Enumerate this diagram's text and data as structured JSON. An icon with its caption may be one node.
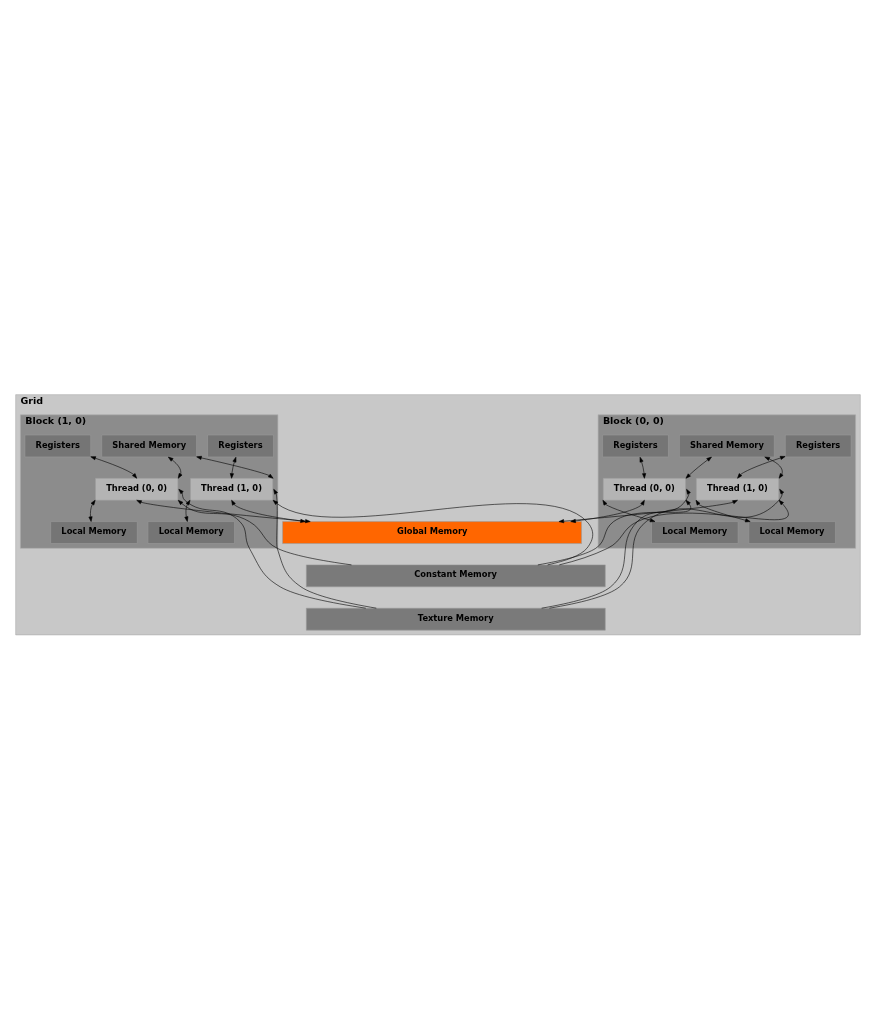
{
  "diagram": {
    "nodes": [
      {
        "text": [
          "Grid"
        ]
      },
      {
        "text": [
          "Block (0, 0)"
        ],
        "in": 0
      },
      {
        "text": [
          "Shared Memory"
        ],
        "in": 1
      },
      {
        "text": [
          "Registers"
        ],
        "in": 1
      },
      {
        "text": [
          "Registers"
        ],
        "in": 1
      },
      {
        "text": [
          "Thread (0, 0)"
        ],
        "in": 1
      },
      {
        "text": [
          "Thread (1, 0)"
        ],
        "in": 1
      },
      {
        "text": [
          "Local Memory"
        ],
        "in": 1
      },
      {
        "text": [
          "Local Memory"
        ],
        "in": 1
      },
      {
        "text": [
          "Block (1, 0)"
        ],
        "in": 0
      },
      {
        "text": [
          "Shared Memory"
        ],
        "in": 9
      },
      {
        "text": [
          "Registers"
        ],
        "in": 9
      },
      {
        "text": [
          "Registers"
        ],
        "in": 9
      },
      {
        "text": [
          "Thread (0, 0)"
        ],
        "in": 9
      },
      {
        "text": [
          "Thread (1, 0)"
        ],
        "in": 9
      },
      {
        "text": [
          "Local Memory"
        ],
        "in": 9
      },
      {
        "text": [
          "Local Memory"
        ],
        "in": 9
      },
      {
        "text": [
          "Global Memory"
        ],
        "in": 0
      },
      {
        "text": [
          "Constant Memory"
        ],
        "in": 0
      },
      {
        "text": [
          "Texture Memory"
        ],
        "in": 0
      }
    ],
    "edges": [
      {
        "from": 3,
        "to": 5,
        "arrow": "both"
      },
      {
        "from": 2,
        "to": 5,
        "arrow": "both"
      },
      {
        "from": 4,
        "to": 6,
        "arrow": "both"
      },
      {
        "from": 2,
        "to": 6,
        "arrow": "both"
      },
      {
        "from": 11,
        "to": 13,
        "arrow": "both"
      },
      {
        "from": 10,
        "to": 13,
        "arrow": "both"
      },
      {
        "from": 12,
        "to": 14,
        "arrow": "both"
      },
      {
        "from": 10,
        "to": 14,
        "arrow": "both"
      },
      {
        "from": 5,
        "to": 7,
        "arrow": "both"
      },
      {
        "from": 5,
        "to": 17,
        "arrow": "both"
      },
      {
        "from": 18,
        "to": 5,
        "arrow": "to"
      },
      {
        "from": 19,
        "to": 5,
        "arrow": "to"
      },
      {
        "from": 6,
        "to": 8,
        "arrow": "both"
      },
      {
        "from": 6,
        "to": 17,
        "arrow": "both"
      },
      {
        "from": 18,
        "to": 6,
        "arrow": "to"
      },
      {
        "from": 19,
        "to": 6,
        "arrow": "to"
      },
      {
        "from": 13,
        "to": 15,
        "arrow": "both"
      },
      {
        "from": 13,
        "to": 17,
        "arrow": "both"
      },
      {
        "from": 18,
        "to": 13,
        "arrow": "to"
      },
      {
        "from": 19,
        "to": 13,
        "arrow": "to"
      },
      {
        "from": 14,
        "to": 16,
        "arrow": "both"
      },
      {
        "from": 14,
        "to": 17,
        "arrow": "both"
      },
      {
        "from": 18,
        "to": 14,
        "arrow": "to"
      },
      {
        "from": 19,
        "to": 14,
        "arrow": "to"
      }
    ]
  }
}
